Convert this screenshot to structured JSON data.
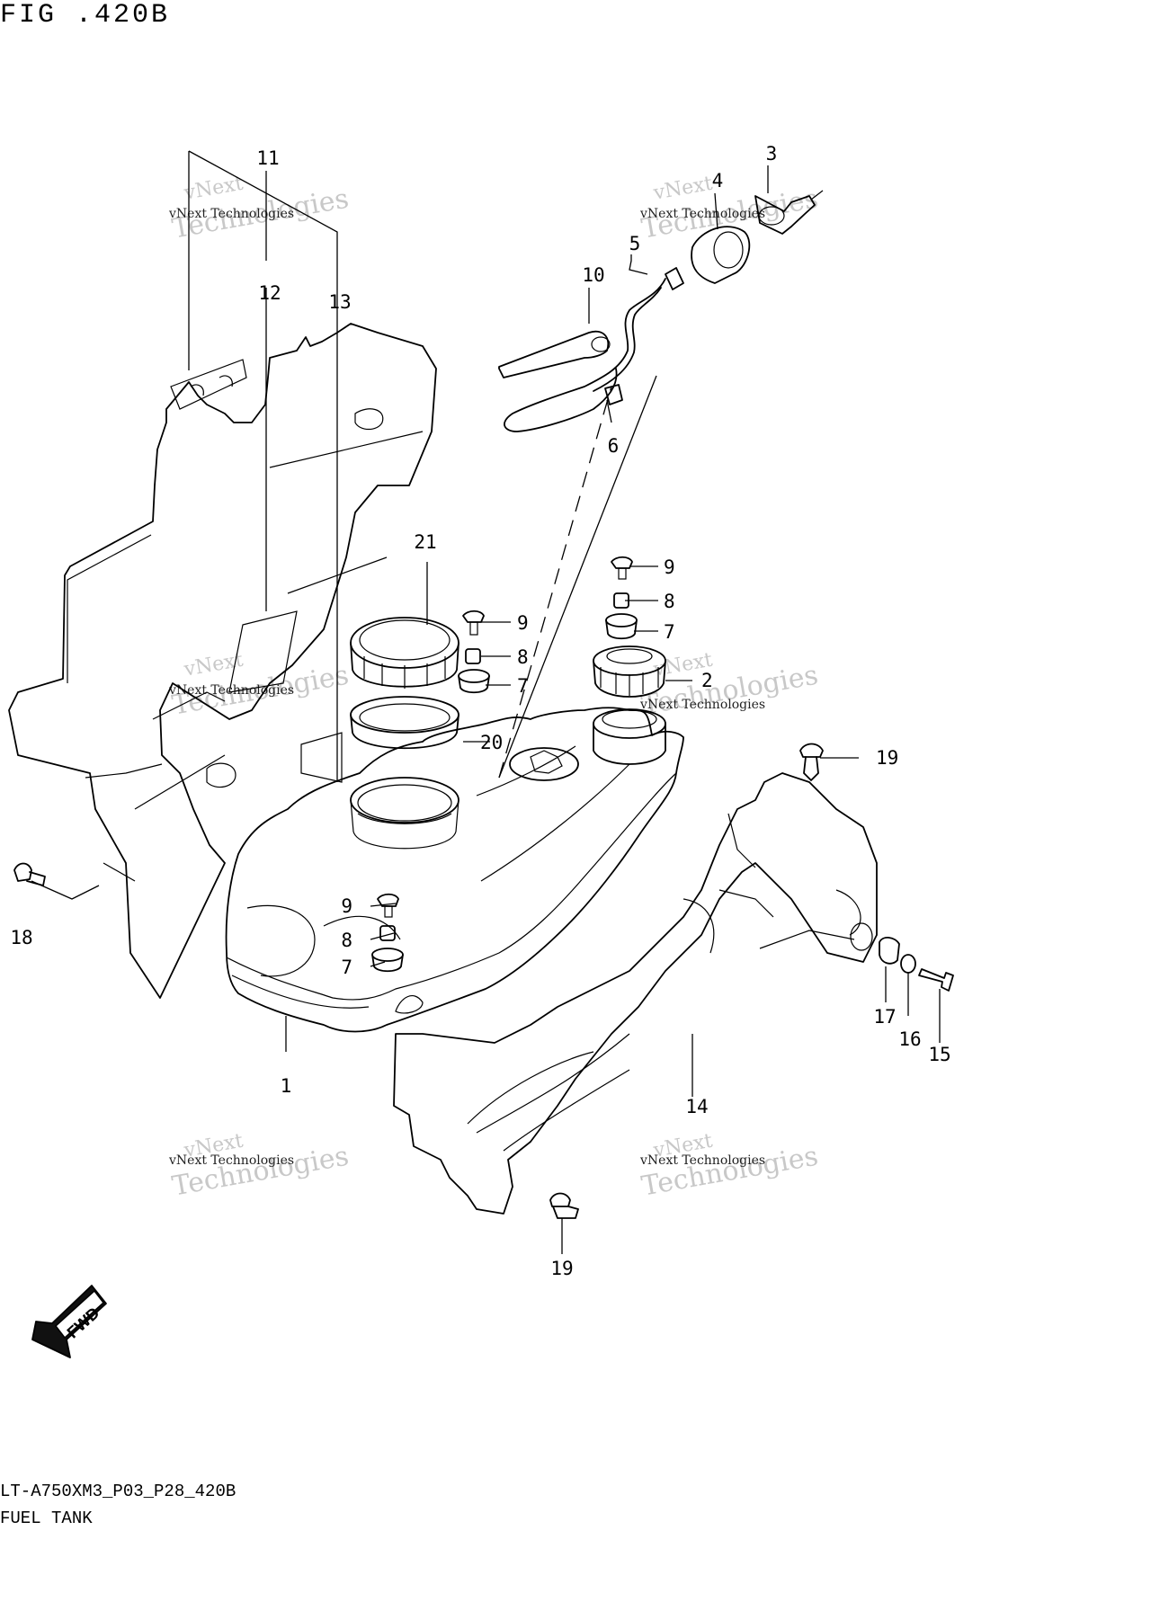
{
  "figure": {
    "title": "FIG .420B",
    "code": "LT-A750XM3_P03_P28_420B",
    "name": "FUEL TANK"
  },
  "watermark": {
    "line1": "vNext Technologies",
    "line2": "vNext",
    "line3": "Technologies"
  },
  "fwd_arrow": {
    "label": "FWD"
  },
  "callouts": [
    "1",
    "2",
    "3",
    "4",
    "5",
    "6",
    "7",
    "7",
    "7",
    "8",
    "8",
    "8",
    "9",
    "9",
    "9",
    "10",
    "11",
    "12",
    "13",
    "14",
    "15",
    "16",
    "17",
    "18",
    "19",
    "19",
    "20",
    "21"
  ]
}
